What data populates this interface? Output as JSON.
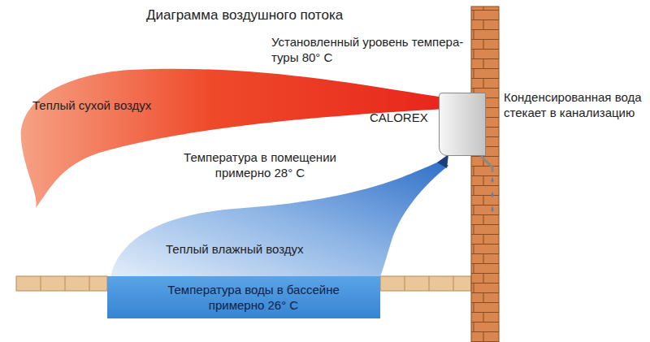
{
  "diagram": {
    "title": "Диаграмма воздушного потока",
    "nodes": [
      {
        "text": [
          "CALOREX"
        ]
      },
      {
        "text": [
          "Температура воды в бассейне примерно 26° С"
        ]
      }
    ],
    "labels": [
      "Установленный уровень темпера- туры 80° С",
      "Теплый сухой воздух",
      "Конденсированная вода стекает в канализацию",
      "Температура в помещении примерно 28° С",
      "Теплый влажный воздух"
    ]
  }
}
